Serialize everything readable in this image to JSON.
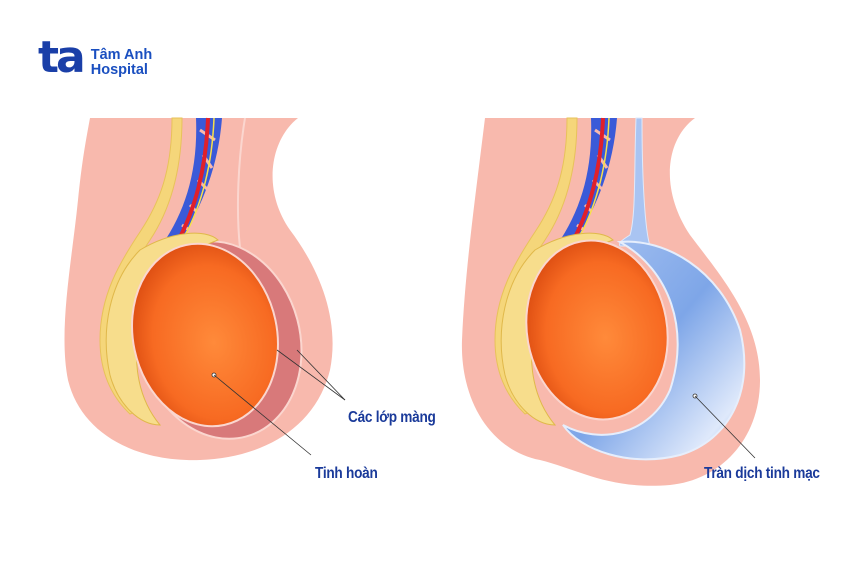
{
  "logo": {
    "mark": "ta",
    "line1": "Tâm Anh",
    "line2": "Hospital"
  },
  "labels": {
    "membrane_layers": "Các lớp màng",
    "testicle": "Tinh hoàn",
    "hydrocele": "Tràn dịch tinh mạc"
  },
  "panels": [
    {
      "name": "normal",
      "description": "Normal testicle with membrane layers"
    },
    {
      "name": "hydrocele",
      "description": "Testicle with hydrocele fluid"
    }
  ],
  "colors": {
    "skin": "#f8b9ad",
    "testis": "#f76a22",
    "membrane": "#d8797a",
    "fluid": "#7ea6e8",
    "epididymis": "#f7dd8c",
    "vein": "#3a5ad8",
    "artery": "#e0202a",
    "label": "#1a3a9a",
    "brand": "#1a3fa8"
  }
}
